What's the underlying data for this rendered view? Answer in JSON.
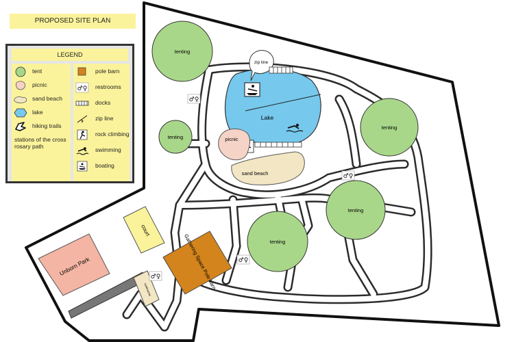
{
  "title": "PROPOSED SITE PLAN",
  "legend": {
    "heading": "LEGEND",
    "left": [
      {
        "label": "tent",
        "icon": "tent-icon"
      },
      {
        "label": "picnic",
        "icon": "picnic-icon"
      },
      {
        "label": "sand beach",
        "icon": "sand-beach-icon"
      },
      {
        "label": "lake",
        "icon": "lake-icon"
      },
      {
        "label": "hiking trails",
        "icon": "hiking-trails-icon"
      },
      {
        "label": "stations of the cross rosary path",
        "icon": "stations-icon"
      }
    ],
    "right": [
      {
        "label": "pole barn",
        "icon": "pole-barn-icon"
      },
      {
        "label": "restrooms",
        "icon": "restrooms-icon"
      },
      {
        "label": "docks",
        "icon": "docks-icon"
      },
      {
        "label": "zip line",
        "icon": "zip-line-icon"
      },
      {
        "label": "rock climbing",
        "icon": "rock-climbing-icon"
      },
      {
        "label": "swimming",
        "icon": "swimming-icon"
      },
      {
        "label": "boating",
        "icon": "boating-icon"
      }
    ]
  },
  "map": {
    "tenting_label": "tenting",
    "lake_label": "Lake",
    "zip_line_label": "zip line",
    "picnic_label": "picnic",
    "sand_beach_label": "sand beach",
    "court_label": "court",
    "unborn_park_label": "Unborn Park",
    "pole_barn_label": "Gathering Space Pole barn",
    "restrooms_label": "restrooms"
  },
  "colors": {
    "tent": "#a9d78a",
    "lake": "#76c8ec",
    "picnic": "#f5d3c6",
    "sand": "#f2e6c4",
    "pole_barn": "#d4841c",
    "court": "#fbf39b",
    "unborn_park": "#f4b5a4",
    "highlight": "#fbf39b",
    "trail": "#2b2b2b"
  }
}
